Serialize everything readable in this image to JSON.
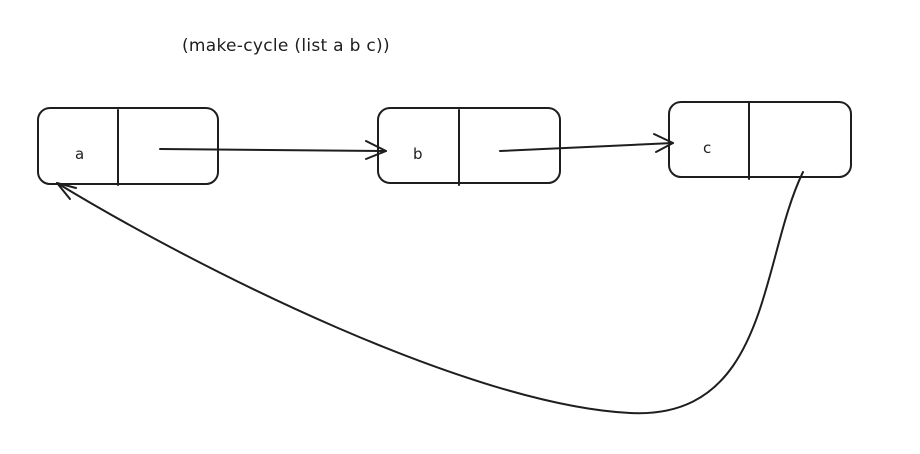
{
  "caption": "(make-cycle (list a b c))",
  "cells": [
    {
      "id": "a",
      "label": "a"
    },
    {
      "id": "b",
      "label": "b"
    },
    {
      "id": "c",
      "label": "c"
    }
  ],
  "colors": {
    "stroke": "#1e1e1e",
    "background": "#ffffff"
  }
}
